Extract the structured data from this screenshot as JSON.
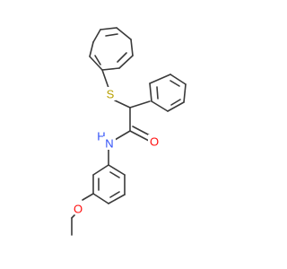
{
  "molecule": {
    "atoms": [
      {
        "label": "S",
        "color": "#b8a000"
      },
      {
        "label": "O",
        "color": "#ff0d0d"
      },
      {
        "label": "H",
        "color": "#3050f8"
      },
      {
        "label": "N",
        "color": "#3050f8"
      },
      {
        "label": "O",
        "color": "#ff0d0d"
      }
    ],
    "bond_color": "#3a3a3a",
    "background": "#ffffff"
  }
}
